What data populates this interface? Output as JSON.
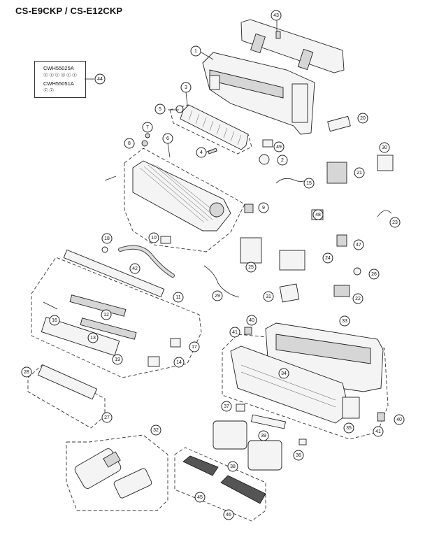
{
  "title": "CS-E9CKP / CS-E12CKP",
  "legend": {
    "code_1": "CWH55025A",
    "screws_1": "☉☉☉☉☉☉",
    "code_2": "CWH55051A",
    "screws_2": "☉☉"
  },
  "callouts": [
    "1",
    "2",
    "3",
    "4",
    "5",
    "6",
    "7",
    "8",
    "9",
    "10",
    "11",
    "12",
    "13",
    "14",
    "15",
    "16",
    "17",
    "18",
    "19",
    "20",
    "21",
    "22",
    "23",
    "24",
    "25",
    "26",
    "27",
    "28",
    "29",
    "30",
    "31",
    "32",
    "33",
    "34",
    "35",
    "36",
    "37",
    "38",
    "39",
    "40",
    "40",
    "41",
    "41",
    "42",
    "43",
    "44",
    "45",
    "46",
    "47",
    "48",
    "49"
  ]
}
